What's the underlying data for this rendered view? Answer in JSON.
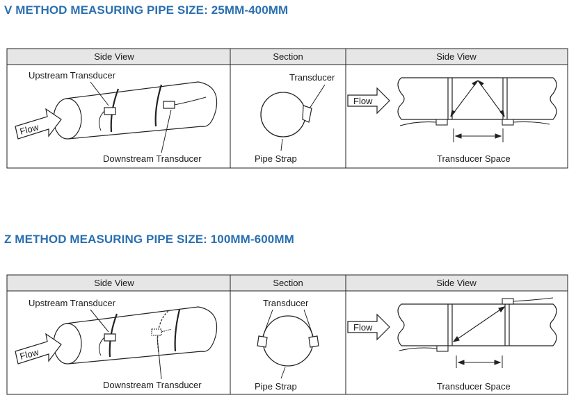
{
  "sections": [
    {
      "title": "V METHOD MEASURING PIPE SIZE: 25MM-400MM",
      "headers": [
        "Side View",
        "Section",
        "Side View"
      ],
      "labels": {
        "upstream": "Upstream Transducer",
        "downstream": "Downstream Transducer",
        "transducer": "Transducer",
        "pipe_strap": "Pipe Strap",
        "transducer_space": "Transducer Space",
        "flow_left": "Flow",
        "flow_right": "Flow"
      }
    },
    {
      "title": "Z METHOD MEASURING PIPE SIZE: 100MM-600MM",
      "headers": [
        "Side View",
        "Section",
        "Side View"
      ],
      "labels": {
        "upstream": "Upstream Transducer",
        "downstream": "Downstream Transducer",
        "transducer": "Transducer",
        "pipe_strap": "Pipe Strap",
        "transducer_space": "Transducer Space",
        "flow_left": "Flow",
        "flow_right": "Flow"
      }
    }
  ],
  "colors": {
    "title": "#2a6fb0",
    "header_bg": "#e6e6e6",
    "line": "#222222"
  }
}
